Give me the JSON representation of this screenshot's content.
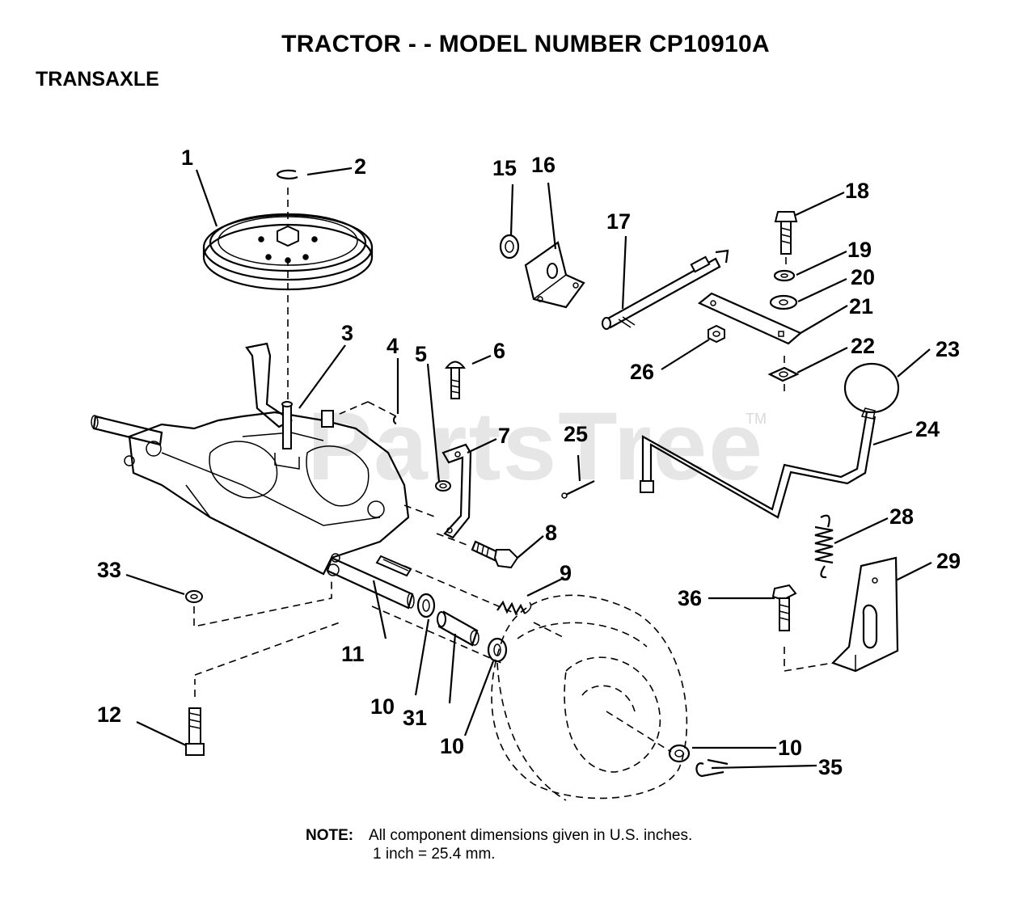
{
  "title": "TRACTOR - - MODEL NUMBER CP10910A",
  "subtitle": "TRANSAXLE",
  "watermark": "PartsTree",
  "watermark_tm": "TM",
  "note": {
    "label": "NOTE:",
    "line1": "All component dimensions given in U.S. inches.",
    "line2": "1 inch = 25.4 mm."
  },
  "callouts": {
    "c1": "1",
    "c2": "2",
    "c3": "3",
    "c4": "4",
    "c5": "5",
    "c6": "6",
    "c7": "7",
    "c8": "8",
    "c9": "9",
    "c10a": "10",
    "c10b": "10",
    "c10c": "10",
    "c11": "11",
    "c12": "12",
    "c15": "15",
    "c16": "16",
    "c17": "17",
    "c18": "18",
    "c19": "19",
    "c20": "20",
    "c21": "21",
    "c22": "22",
    "c23": "23",
    "c24": "24",
    "c25": "25",
    "c26": "26",
    "c28": "28",
    "c29": "29",
    "c31": "31",
    "c33": "33",
    "c35": "35",
    "c36": "36"
  }
}
